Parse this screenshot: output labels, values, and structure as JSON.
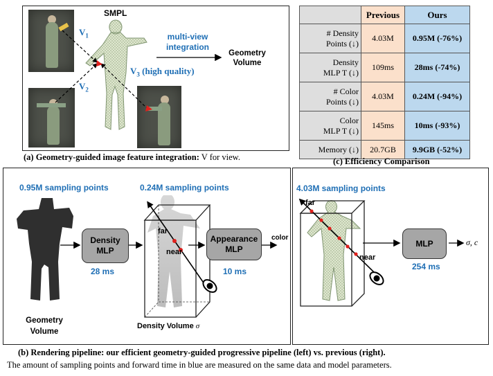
{
  "panel_a": {
    "title": "SMPL",
    "v1": "V",
    "v1_sub": "1",
    "v2": "V",
    "v2_sub": "2",
    "v3": "V",
    "v3_sub": "3",
    "v3_note": " (high quality)",
    "integration_line1": "multi-view",
    "integration_line2": "integration",
    "output_line1": "Geometry",
    "output_line2": "Volume",
    "caption_bold": "(a) Geometry-guided image feature integration:",
    "caption_rest": " V for view."
  },
  "panel_c": {
    "headers": [
      "",
      "Previous",
      "Ours"
    ],
    "rows": [
      {
        "label_line1": "# Density",
        "label_line2": "Points (↓)",
        "previous": "4.03M",
        "ours": "0.95M (-76%)"
      },
      {
        "label_line1": "Density",
        "label_line2": "MLP T (↓)",
        "previous": "109ms",
        "ours": "28ms (-74%)"
      },
      {
        "label_line1": "# Color",
        "label_line2": "Points (↓)",
        "previous": "4.03M",
        "ours": "0.24M (-94%)"
      },
      {
        "label_line1": "Color",
        "label_line2": "MLP T (↓)",
        "previous": "145ms",
        "ours": "10ms (-93%)"
      },
      {
        "label_line1": "Memory (↓)",
        "label_line2": "",
        "previous": "20.7GB",
        "ours": "9.9GB (-52%)"
      }
    ],
    "caption": "(c) Efficiency Comparison"
  },
  "panel_b_left": {
    "sampling_1": "0.95M sampling points",
    "sampling_2": "0.24M sampling points",
    "geometry_line1": "Geometry",
    "geometry_line2": "Volume",
    "density_mlp_line1": "Density",
    "density_mlp_line2": "MLP",
    "density_time": "28 ms",
    "far": "far",
    "near": "near",
    "appearance_line1": "Appearance",
    "appearance_line2": "MLP",
    "appearance_time": "10 ms",
    "color_label": "color",
    "color_symbol": "c",
    "density_volume": "Density Volume ",
    "sigma": "σ"
  },
  "panel_b_right": {
    "sampling": "4.03M sampling points",
    "far": "far",
    "near": "near",
    "mlp": "MLP",
    "mlp_time": "254 ms",
    "output": "σ, c"
  },
  "caption_b": {
    "line1": "(b) Rendering pipeline: our efficient geometry-guided progressive pipeline (left) vs. previous (right).",
    "line2": "The amount of sampling points and forward time in blue are measured on the same data and model parameters."
  },
  "colors": {
    "blue_text": "#1f6fb5",
    "previous_col": "#fbe0cb",
    "ours_col": "#bcd8ee",
    "label_col": "#dedede",
    "mlp_box": "#a6a6a6",
    "sample_point": "#e0201c"
  }
}
